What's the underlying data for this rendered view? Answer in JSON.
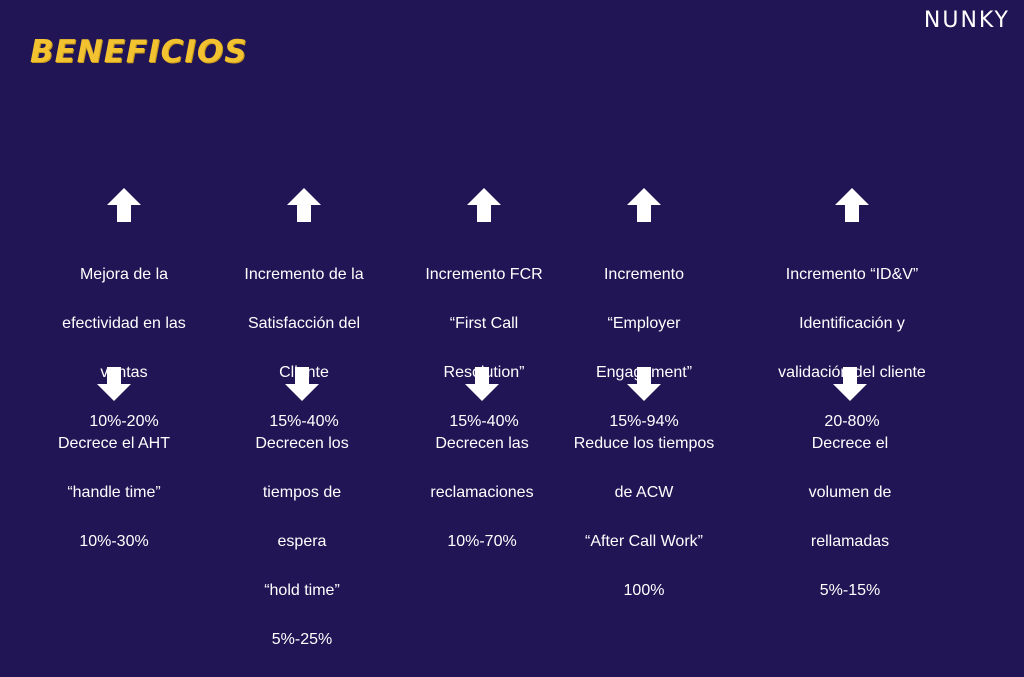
{
  "header": {
    "title": "BENEFICIOS",
    "logo": "NUNKY"
  },
  "colors": {
    "background": "#221555",
    "title": "#f2c230",
    "text": "#ffffff"
  },
  "benefits_up": [
    {
      "icon": "arrow-up-icon",
      "lines": [
        "Mejora de la",
        "efectividad en las",
        "ventas",
        "10%-20%"
      ]
    },
    {
      "icon": "arrow-up-icon",
      "lines": [
        "Incremento de la",
        "Satisfacción del",
        "Cliente",
        "15%-40%"
      ]
    },
    {
      "icon": "arrow-up-icon",
      "lines": [
        "Incremento FCR",
        "“First Call",
        "Resolution”",
        "15%-40%"
      ]
    },
    {
      "icon": "arrow-up-icon",
      "lines": [
        "Incremento",
        "“Employer",
        "Engagement”",
        "15%-94%"
      ]
    },
    {
      "icon": "arrow-up-icon",
      "lines": [
        "Incremento “ID&V”",
        "Identificación y",
        "validación del cliente",
        "20-80%"
      ]
    }
  ],
  "benefits_down": [
    {
      "icon": "arrow-down-icon",
      "lines": [
        "Decrece el AHT",
        "“handle time”",
        "10%-30%"
      ]
    },
    {
      "icon": "arrow-down-icon",
      "lines": [
        "Decrecen los",
        "tiempos de",
        "espera",
        "“hold time”",
        "5%-25%"
      ]
    },
    {
      "icon": "arrow-down-icon",
      "lines": [
        "Decrecen las",
        "reclamaciones",
        "10%-70%"
      ]
    },
    {
      "icon": "arrow-down-icon",
      "lines": [
        "Reduce los tiempos",
        "de ACW",
        "“After Call Work”",
        "100%"
      ]
    },
    {
      "icon": "arrow-down-icon",
      "lines": [
        "Decrece el",
        "volumen de",
        "rellamadas",
        "5%-15%"
      ]
    }
  ]
}
